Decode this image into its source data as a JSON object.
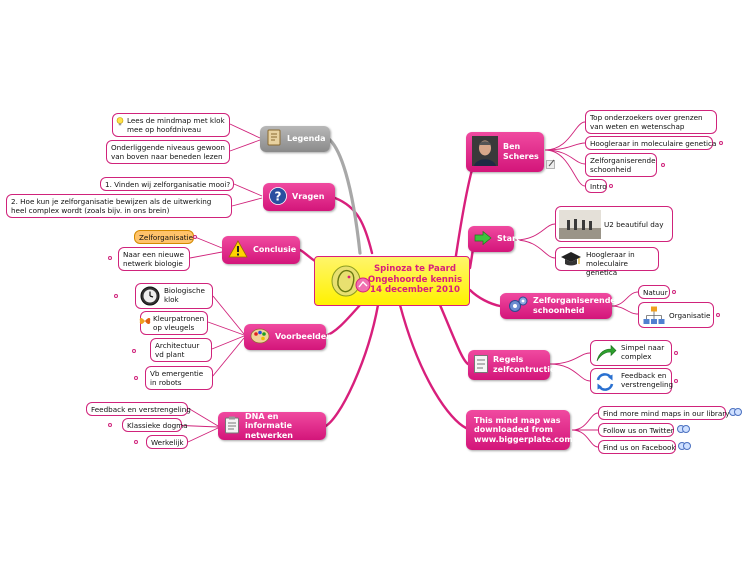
{
  "central": {
    "line1": "Spinoza te Paard",
    "line2": "Ongehoorde kennis",
    "line3": "14 december 2010"
  },
  "left": {
    "legenda": {
      "label": "Legenda",
      "items": [
        "Lees de mindmap met klok mee op hoofdniveau",
        "Onderliggende niveaus gewoon van boven naar beneden lezen"
      ]
    },
    "vragen": {
      "label": "Vragen",
      "items": [
        "1. Vinden wij zelforganisatie mooi?",
        "2. Hoe kun je zelforganisatie bewijzen als de uitwerking heel complex wordt (zoals bijv. in ons brein)"
      ]
    },
    "conclusie": {
      "label": "Conclusie",
      "items": [
        "Zelforganisatie",
        "Naar een nieuwe netwerk biologie"
      ]
    },
    "voorbeelden": {
      "label": "Voorbeelden",
      "items": [
        "Biologische klok",
        "Kleurpatronen op vleugels",
        "Architectuur vd plant",
        "Vb emergentie in robots"
      ]
    },
    "dna": {
      "label": "DNA en informatie netwerken",
      "items": [
        "Feedback en verstrengeling",
        "Klassieke dogma",
        "Werkelijk"
      ]
    }
  },
  "right": {
    "ben": {
      "label": "Ben Scheres",
      "items": [
        "Top onderzoekers over grenzen van weten en wetenschap",
        "Hoogleraar in moleculaire genetica",
        "Zelforganiserende schoonheid",
        "Intro"
      ]
    },
    "start": {
      "label": "Start",
      "items": [
        "U2 beautiful day",
        "Hoogleraar in moleculaire genetica"
      ]
    },
    "zelforg": {
      "label": "Zelforganiserende schoonheid",
      "items": [
        "Natuur",
        "Organisatie"
      ]
    },
    "regels": {
      "label": "Regels zelfcontructie",
      "items": [
        "Simpel naar complex",
        "Feedback en verstrengeling"
      ]
    },
    "download": {
      "label": "This mind map was downloaded from www.biggerplate.com",
      "items": [
        "Find more mind maps in our library",
        "Follow us on Twitter",
        "Find us on Facebook"
      ]
    }
  },
  "colors": {
    "branch": "#e0288a",
    "line": "#d0237b",
    "central_fill": "#fff200",
    "legend_link": "#a8a8a8"
  }
}
